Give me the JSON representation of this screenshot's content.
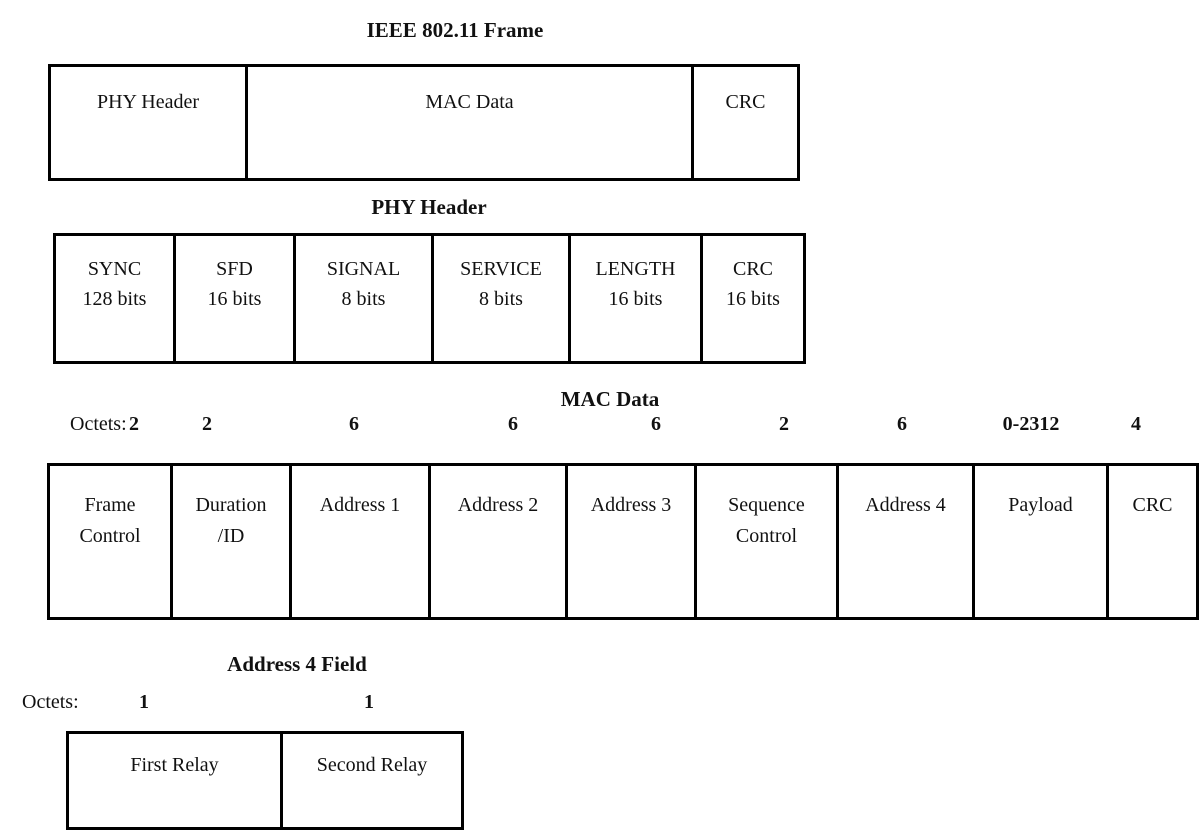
{
  "titles": {
    "frame": "IEEE 802.11 Frame",
    "phy": "PHY Header",
    "mac": "MAC Data",
    "address4": "Address 4 Field"
  },
  "frame_row": {
    "cells": [
      {
        "label": "PHY Header"
      },
      {
        "label": "MAC Data"
      },
      {
        "label": "CRC"
      }
    ]
  },
  "phy_row": {
    "cells": [
      {
        "name": "SYNC",
        "size": "128 bits"
      },
      {
        "name": "SFD",
        "size": "16 bits"
      },
      {
        "name": "SIGNAL",
        "size": "8 bits"
      },
      {
        "name": "SERVICE",
        "size": "8 bits"
      },
      {
        "name": "LENGTH",
        "size": "16 bits"
      },
      {
        "name": "CRC",
        "size": "16 bits"
      }
    ]
  },
  "mac_row": {
    "octets_label": "Octets:",
    "octets": [
      "2",
      "2",
      "6",
      "6",
      "6",
      "2",
      "6",
      "0-2312",
      "4"
    ],
    "cells": [
      {
        "label": "Frame\nControl"
      },
      {
        "label": "Duration\n/ID"
      },
      {
        "label": "Address 1"
      },
      {
        "label": "Address 2"
      },
      {
        "label": "Address 3"
      },
      {
        "label": "Sequence\nControl"
      },
      {
        "label": "Address 4"
      },
      {
        "label": "Payload"
      },
      {
        "label": "CRC"
      }
    ]
  },
  "address4_row": {
    "octets_label": "Octets:",
    "octets": [
      "1",
      "1"
    ],
    "cells": [
      {
        "label": "First Relay"
      },
      {
        "label": "Second Relay"
      }
    ]
  },
  "colors": {
    "border": "#000000",
    "text": "#111111",
    "background": "#ffffff"
  }
}
